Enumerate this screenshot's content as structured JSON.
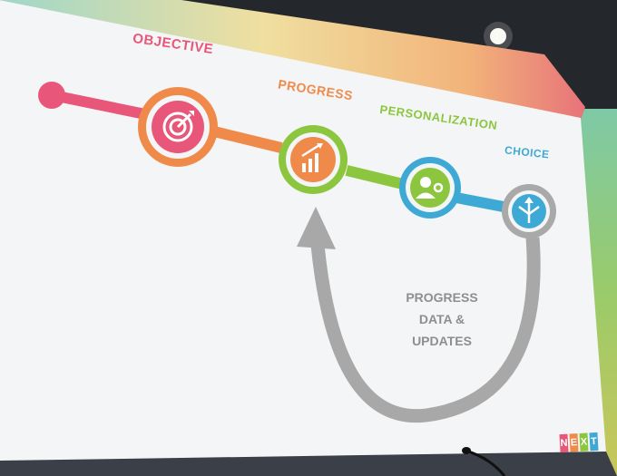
{
  "slide": {
    "labels": {
      "objective": "OBJECTIVE",
      "progress": "PROGRESS",
      "personalization": "PERSONALIZATION",
      "choice": "CHOICE"
    },
    "feedback": {
      "line1": "PROGRESS",
      "line2": "DATA &",
      "line3": "UPDATES"
    },
    "logo_letters": [
      "N",
      "E",
      "X",
      "T"
    ],
    "colors": {
      "objective": "#e8577a",
      "objective_ring": "#ef8a4a",
      "progress": "#ef8a4a",
      "progress_ring": "#8cc63f",
      "personalization": "#8cc63f",
      "personalization_ring": "#3fa9d5",
      "choice": "#3fa9d5",
      "choice_ring": "#a9a9a9",
      "feedback_arrow": "#a8a8a8",
      "screen": "#f4f5f6"
    },
    "icons": [
      "target-icon",
      "bar-chart-icon",
      "user-gear-icon",
      "split-arrows-icon"
    ]
  }
}
